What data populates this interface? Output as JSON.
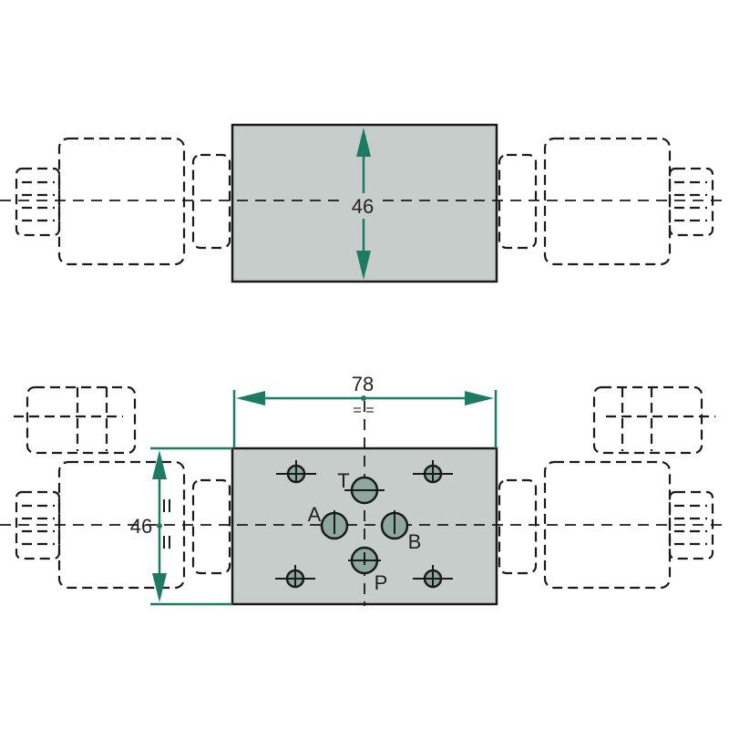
{
  "top_view": {
    "height_label": "46"
  },
  "bottom_view": {
    "width_label": "78",
    "height_label": "46",
    "symmetry_mark": "= =",
    "ports": {
      "T": "T",
      "A": "A",
      "B": "B",
      "P": "P"
    }
  },
  "colors": {
    "dimension": "#1d7a63",
    "block": "#c6cdca",
    "port": "#8fa89f"
  }
}
